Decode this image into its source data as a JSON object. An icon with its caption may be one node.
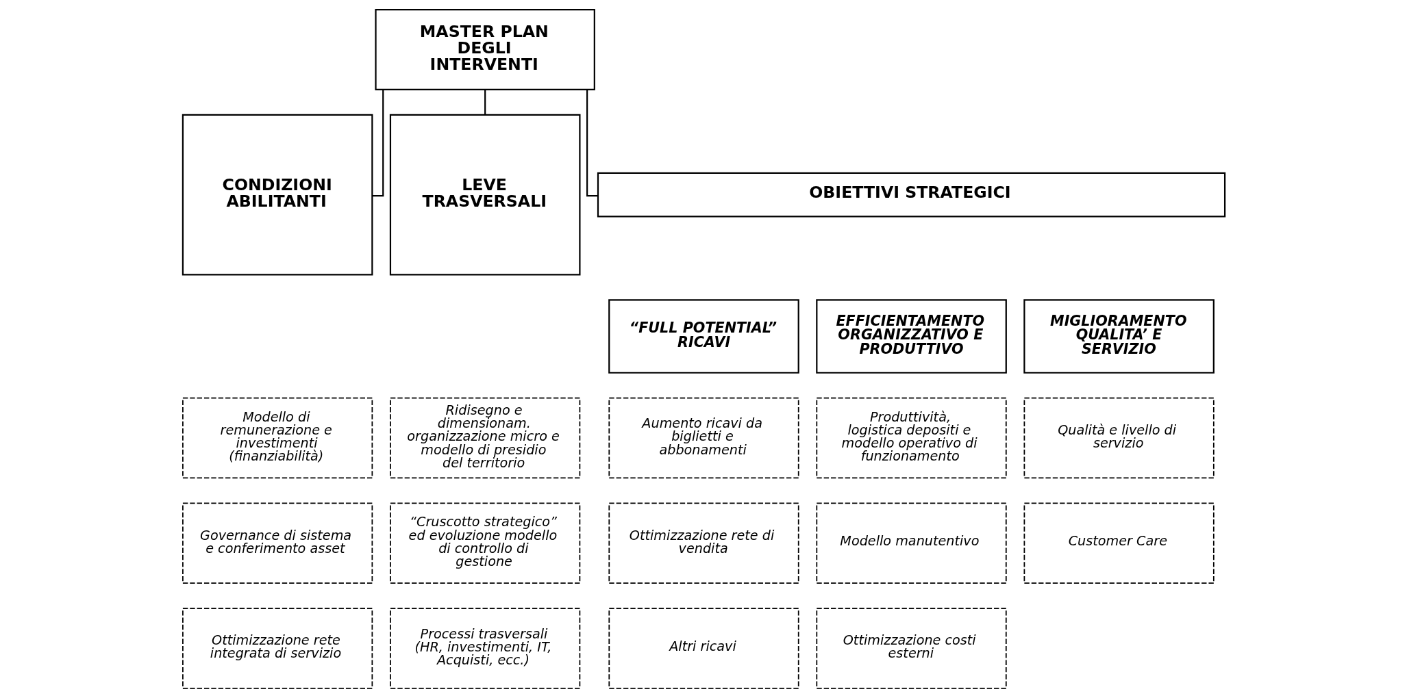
{
  "diagram": {
    "nodes": [
      {
        "text": [
          "MASTER PLAN DEGLI INTERVENTI"
        ]
      },
      {
        "text": [
          "CONDIZIONI ABILITANTI"
        ]
      },
      {
        "text": [
          "LEVE TRASVERSALI"
        ]
      },
      {
        "text": [
          "OBIETTIVI STRATEGICI"
        ]
      },
      {
        "text": [
          "“FULL POTENTIAL” RICAVI"
        ]
      },
      {
        "text": [
          "EFFICIENTAMENTO ORGANIZZATIVO E PRODUTTIVO"
        ]
      },
      {
        "text": [
          "MIGLIORAMENTO QUALITA’ E SERVIZIO"
        ]
      },
      {
        "text": [
          "Modello di remunerazione e investimenti (finanziabilità)"
        ]
      },
      {
        "text": [
          "Governance di sistema e conferimento asset"
        ]
      },
      {
        "text": [
          "Ottimizzazione rete integrata di servizio"
        ]
      },
      {
        "text": [
          "Ridisegno e dimensionam. organizzazione micro e modello di presidio del territorio"
        ]
      },
      {
        "text": [
          "“Cruscotto strategico” ed evoluzione modello di controllo di gestione"
        ]
      },
      {
        "text": [
          "Processi trasversali (HR, investimenti, IT, Acquisti, ecc.)"
        ]
      },
      {
        "text": [
          "Aumento ricavi da biglietti e abbonamenti"
        ]
      },
      {
        "text": [
          "Ottimizzazione rete di vendita"
        ]
      },
      {
        "text": [
          "Altri ricavi"
        ]
      },
      {
        "text": [
          "Produttività, logistica depositi e modello operativo di funzionamento"
        ]
      },
      {
        "text": [
          "Modello manutentivo"
        ]
      },
      {
        "text": [
          "Ottimizzazione costi esterni"
        ]
      },
      {
        "text": [
          "Qualità e livello di servizio"
        ]
      },
      {
        "text": [
          "Customer Care"
        ]
      }
    ],
    "edges": [
      {
        "from": 0,
        "to": 1,
        "arrow": "none"
      },
      {
        "from": 0,
        "to": 2,
        "arrow": "none"
      },
      {
        "from": 0,
        "to": 3,
        "arrow": "none"
      }
    ]
  }
}
